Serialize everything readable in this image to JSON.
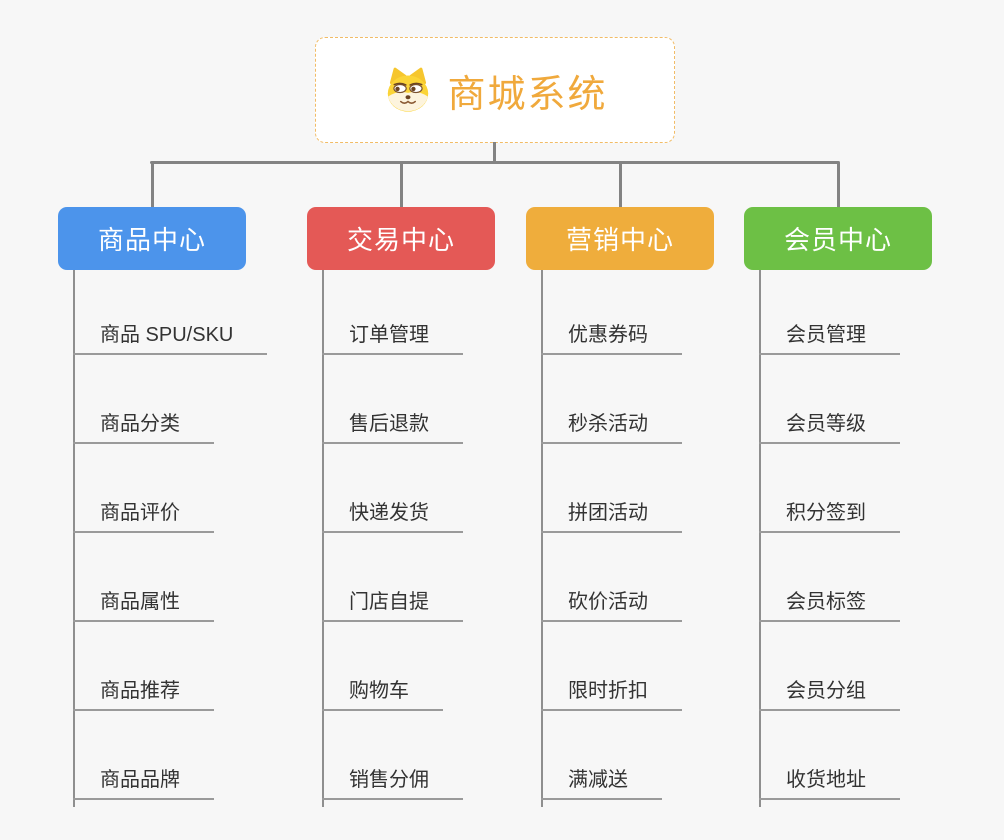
{
  "root": {
    "title": "商城系统",
    "icon": "shiba-dog-icon"
  },
  "branches": [
    {
      "label": "商品中心",
      "color": "#4c94eb",
      "children": [
        "商品 SPU/SKU",
        "商品分类",
        "商品评价",
        "商品属性",
        "商品推荐",
        "商品品牌"
      ]
    },
    {
      "label": "交易中心",
      "color": "#e45956",
      "children": [
        "订单管理",
        "售后退款",
        "快递发货",
        "门店自提",
        "购物车",
        "销售分佣"
      ]
    },
    {
      "label": "营销中心",
      "color": "#efad3c",
      "children": [
        "优惠券码",
        "秒杀活动",
        "拼团活动",
        "砍价活动",
        "限时折扣",
        "满减送"
      ]
    },
    {
      "label": "会员中心",
      "color": "#6dc045",
      "children": [
        "会员管理",
        "会员等级",
        "积分签到",
        "会员标签",
        "会员分组",
        "收货地址"
      ]
    }
  ],
  "colors": {
    "background": "#f7f7f7",
    "root_text": "#f0a93c",
    "root_border": "#f2bc66",
    "connector": "#838383",
    "leaf_text": "#333333",
    "leaf_underline": "#9a9a9a"
  }
}
